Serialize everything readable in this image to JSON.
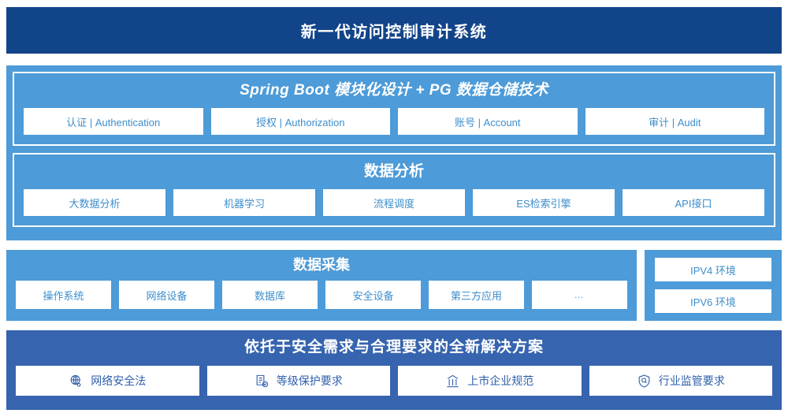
{
  "header": {
    "title": "新一代访问控制审计系统"
  },
  "platform": {
    "groups": [
      {
        "title": "Spring Boot 模块化设计 + PG 数据仓储技术",
        "cards": [
          {
            "label": "认证 | Authentication"
          },
          {
            "label": "授权 | Authorization"
          },
          {
            "label": "账号 | Account"
          },
          {
            "label": "审计 | Audit"
          }
        ]
      },
      {
        "title": "数据分析",
        "cards": [
          {
            "label": "大数据分析"
          },
          {
            "label": "机器学习"
          },
          {
            "label": "流程调度"
          },
          {
            "label": "ES检索引擎"
          },
          {
            "label": "API接口"
          }
        ]
      }
    ]
  },
  "collection": {
    "title": "数据采集",
    "cards": [
      {
        "label": "操作系统"
      },
      {
        "label": "网络设备"
      },
      {
        "label": "数据库"
      },
      {
        "label": "安全设备"
      },
      {
        "label": "第三方应用"
      },
      {
        "label": "…"
      }
    ]
  },
  "environment": {
    "cards": [
      {
        "label": "IPV4 环境"
      },
      {
        "label": "IPV6 环境"
      }
    ]
  },
  "solution": {
    "title": "依托于安全需求与合理要求的全新解决方案",
    "cards": [
      {
        "label": "网络安全法",
        "icon": "globe-network-icon"
      },
      {
        "label": "等级保护要求",
        "icon": "document-check-icon"
      },
      {
        "label": "上市企业规范",
        "icon": "bank-building-icon"
      },
      {
        "label": "行业监管要求",
        "icon": "shield-search-icon"
      }
    ]
  },
  "colors": {
    "header_navy": "#124489",
    "panel_blue": "#4d9bd8",
    "solution_blue": "#3664ae",
    "card_text_blue": "#3d8ecb",
    "solution_text_blue": "#2f5fab",
    "card_white": "#ffffff"
  }
}
